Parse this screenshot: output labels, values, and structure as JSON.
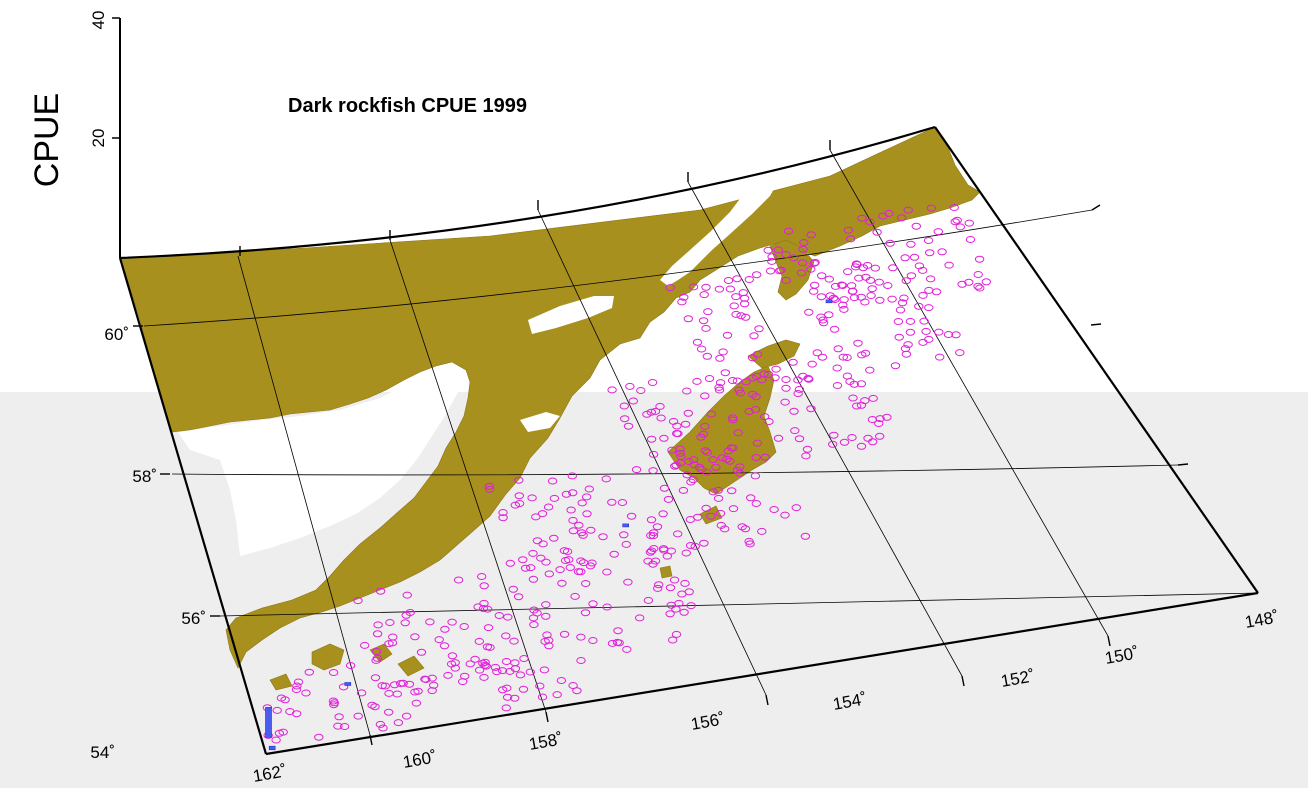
{
  "title": "Dark rockfish  CPUE 1999",
  "z_axis": {
    "label": "CPUE",
    "ticks": [
      "20",
      "40"
    ]
  },
  "lat_ticks": [
    "54˚",
    "56˚",
    "58˚",
    "60˚"
  ],
  "lon_ticks": [
    "162˚",
    "160˚",
    "158˚",
    "156˚",
    "154˚",
    "152˚",
    "150˚",
    "148˚"
  ],
  "colors": {
    "land": "#a8901e",
    "station_marker": "#e020d8",
    "cpue_bar": "#4a5cf0",
    "background_lower": "#eeeeee"
  },
  "cpue_bars": [
    {
      "lon": -161.9,
      "lat": 54.25,
      "cpue": 5.0
    },
    {
      "lon": -161.9,
      "lat": 54.05,
      "cpue": 0.6
    },
    {
      "lon": -160.6,
      "lat": 54.85,
      "cpue": 0.4
    },
    {
      "lon": -155.9,
      "lat": 56.6,
      "cpue": 0.5
    },
    {
      "lon": -151.3,
      "lat": 59.55,
      "cpue": 0.5
    }
  ]
}
